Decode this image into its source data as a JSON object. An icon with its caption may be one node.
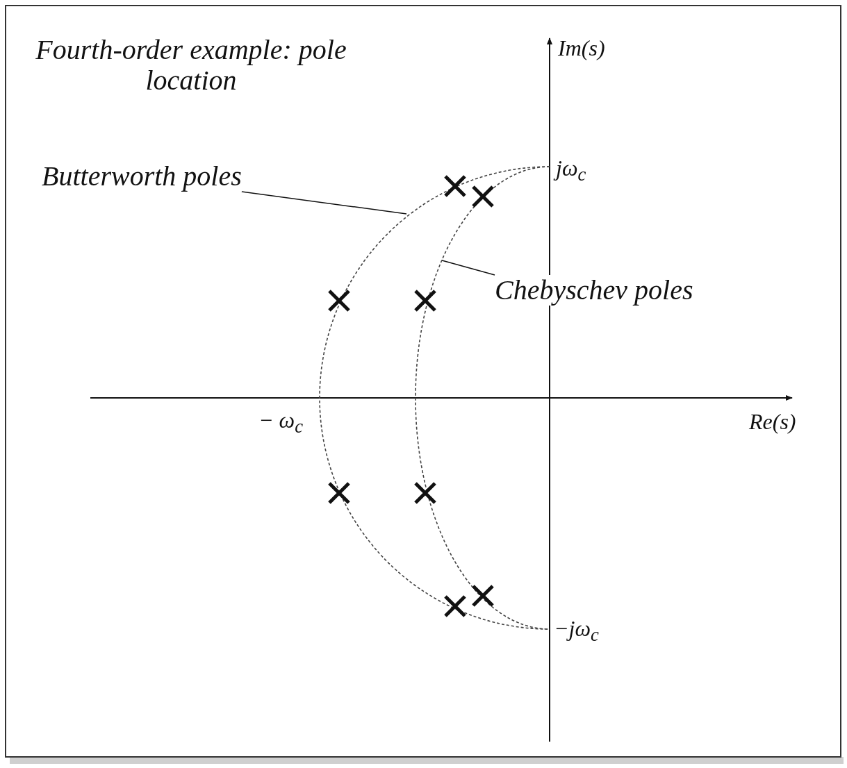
{
  "diagram": {
    "title": "Fourth-order example: pole location",
    "nodes": [
      {
        "text": [
          "Butterworth poles"
        ]
      },
      {
        "text": [
          "Chebyschev poles"
        ]
      }
    ],
    "edges": [
      {
        "from": 0,
        "to": null,
        "arrow": "none"
      },
      {
        "from": 1,
        "to": null,
        "arrow": "none"
      }
    ],
    "labels": [
      "Im(s)",
      "jω$_{c}$",
      "− ω$_{c}$",
      "Re(s)",
      "−jω$_{c}$"
    ]
  }
}
